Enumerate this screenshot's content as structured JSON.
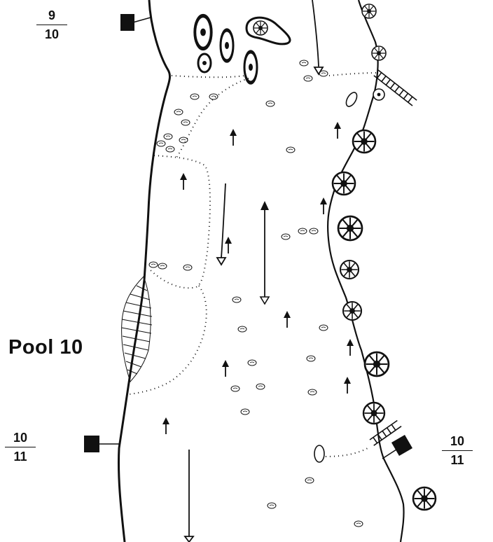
{
  "pool_label": "Pool 10",
  "markers": {
    "top_left": {
      "top": "9",
      "bottom": "10"
    },
    "bottom_left": {
      "top": "10",
      "bottom": "11"
    },
    "bottom_right": {
      "top": "10",
      "bottom": "11"
    }
  },
  "colors": {
    "ink": "#111111",
    "paper": "#ffffff"
  },
  "symbols": [
    "boundary-marker-square",
    "tree-icon",
    "steps-icon",
    "rock-icon",
    "flow-arrow-up",
    "flow-arrow-down-hollow",
    "reed-bed-hatching"
  ]
}
